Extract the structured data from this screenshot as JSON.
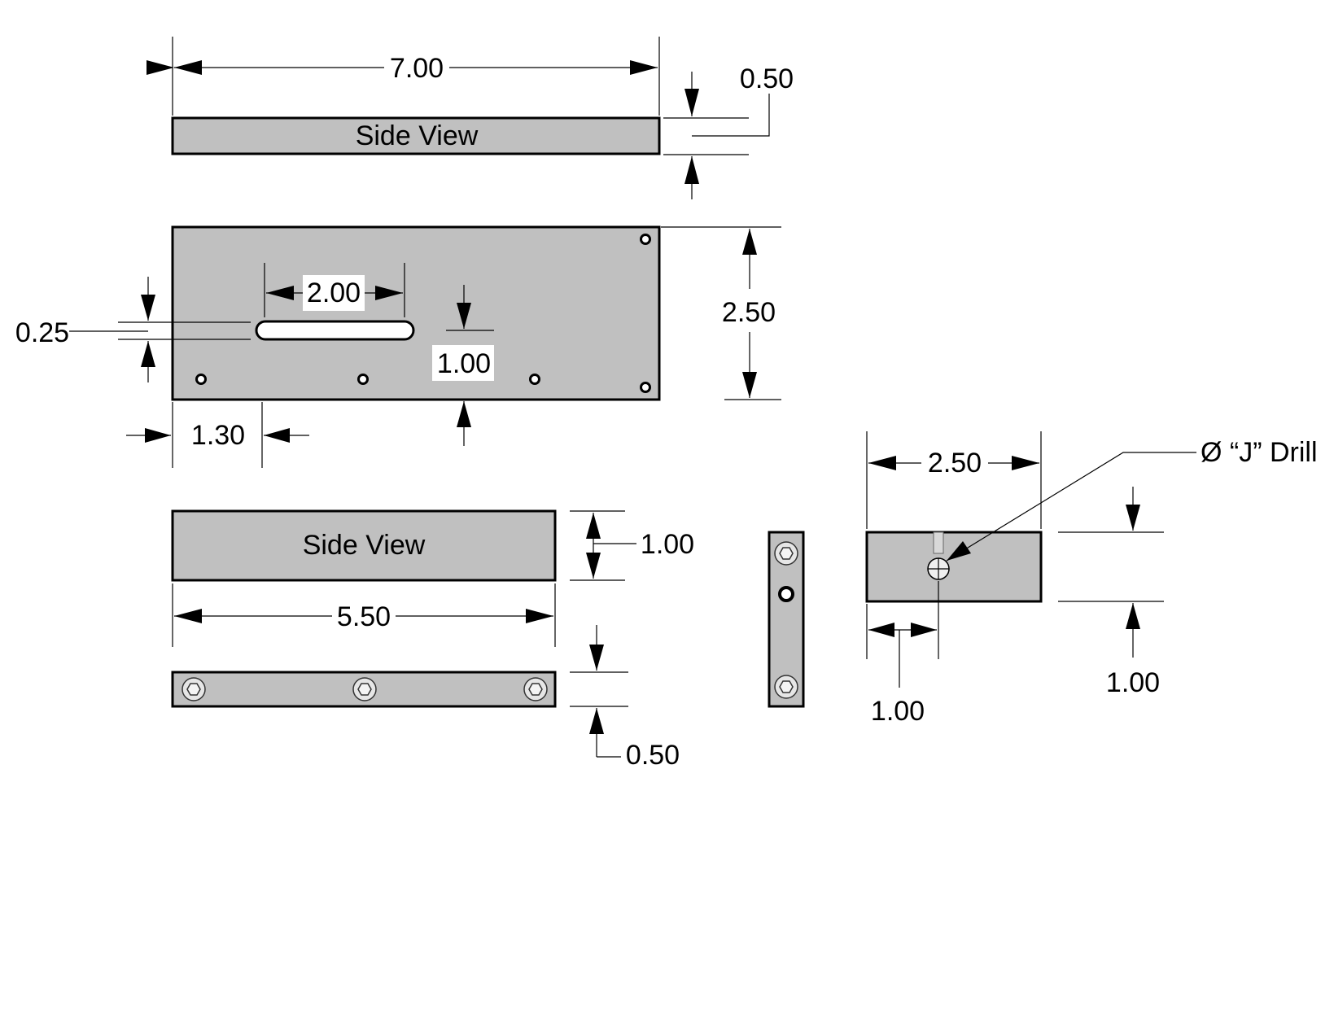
{
  "views": {
    "top_side_label": "Side View",
    "mid_side_label": "Side View"
  },
  "dimensions": {
    "top_length": "7.00",
    "top_thickness": "0.50",
    "plate_width": "2.50",
    "slot_length": "2.00",
    "slot_width": "0.25",
    "slot_offset": "1.00",
    "hole_edge": "1.30",
    "block_height": "1.00",
    "block_length": "5.50",
    "bar_thickness": "0.50",
    "end_block_width": "2.50",
    "drill_offset_x": "1.00",
    "drill_offset_y": "1.00"
  },
  "callouts": {
    "drill": "Ø “J” Drill"
  },
  "icons": {
    "arrow": "arrowhead-icon",
    "screw": "socket-head-screw-icon",
    "hole": "drill-hole-icon"
  }
}
